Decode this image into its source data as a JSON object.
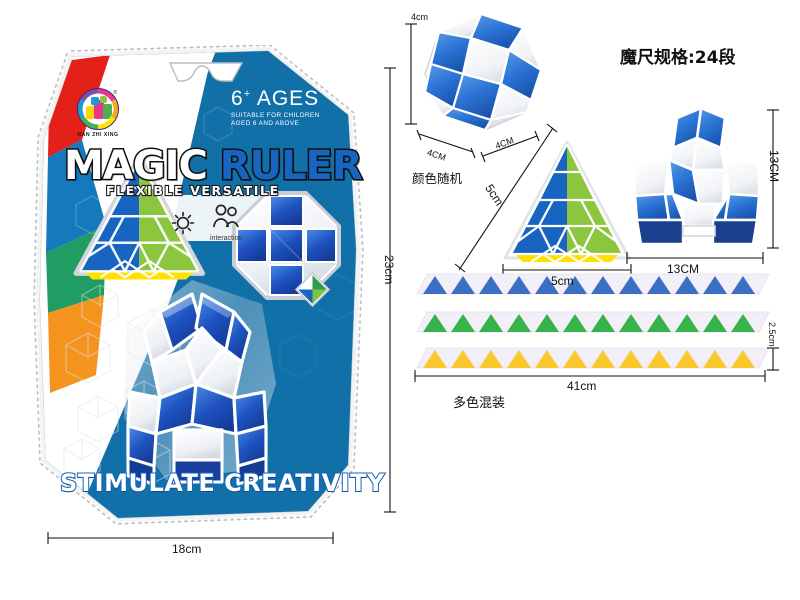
{
  "page": {
    "background": "#ffffff",
    "layout": "product packaging photo (left) with technical dimension diagram (right)"
  },
  "package": {
    "name": "blister-card-package",
    "card_color": "#1270a8",
    "hang_hole": "euro-slot-hang-hole",
    "brand": {
      "logo_name": "nan-zhi-xing-logo",
      "brand_text": "NAN ZHI XING",
      "registered_mark": "®"
    },
    "ages": {
      "headline": "6",
      "headline_plus": "+",
      "headline_word": "AGES",
      "sub_line1": "SUITABLE FOR CHILDREN",
      "sub_line2": "AGED 6 AND ABOVE"
    },
    "title": {
      "word1": "MAGIC",
      "word2": "RULER",
      "subtitle": "FLEXIBLE VERSATILE"
    },
    "features": [
      {
        "icon": "lightbulb-icon",
        "caption": ""
      },
      {
        "icon": "two-people-icon",
        "caption": "interaction"
      }
    ],
    "slogan": "STIMULATE CREATIVITY",
    "accent_stripes": [
      "#e32119",
      "#1479bd",
      "#1f9d62",
      "#f5931f"
    ],
    "products_shown": [
      {
        "name": "pyramid-puzzle",
        "colors": [
          "#1765c0",
          "#8cc63f",
          "#ffe000",
          "#ffffff"
        ]
      },
      {
        "name": "octagon-ball-puzzle",
        "colors": [
          "#1f52b8",
          "#ffffff"
        ]
      },
      {
        "name": "large-snake-puzzle",
        "colors": [
          "#1f6fe0",
          "#ffffff"
        ]
      }
    ],
    "dimensions": {
      "width_label": "18cm",
      "height_label": "23cm"
    }
  },
  "diagram": {
    "spec_title": "魔尺规格:24段",
    "color_random_note": "颜色随机",
    "mixed_colors_note": "多色混装",
    "items": [
      {
        "name": "ball-shape",
        "dim_top": "4cm",
        "dim_left": "4CM",
        "dim_right": "4CM",
        "colors": [
          "#1f6fd0",
          "#ffffff"
        ]
      },
      {
        "name": "pyramid-shape",
        "dim_slant": "5cm",
        "dim_base": "5cm",
        "colors": [
          "#1765c0",
          "#8cc63f",
          "#ffe000",
          "#ffffff"
        ]
      },
      {
        "name": "triple-arch-shape",
        "dim_height": "13CM",
        "dim_width": "13CM",
        "colors": [
          "#2a7ce0",
          "#ffffff"
        ]
      },
      {
        "name": "flat-strip-row",
        "dim_length": "41cm",
        "dim_height": "2.5cm",
        "strips": [
          {
            "name": "blue-strip",
            "color": "#3b6fc4",
            "segments": 12
          },
          {
            "name": "green-strip",
            "color": "#37b34a",
            "segments": 12
          },
          {
            "name": "yellow-strip",
            "color": "#f9c72e",
            "segments": 12
          }
        ]
      }
    ]
  }
}
